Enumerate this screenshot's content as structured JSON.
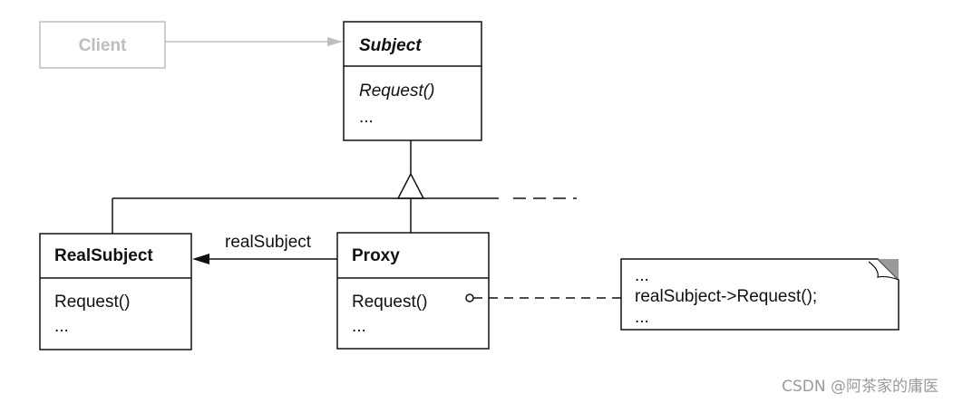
{
  "client": {
    "label": "Client"
  },
  "subject": {
    "name": "Subject",
    "operation": "Request()",
    "more": "..."
  },
  "real_subject": {
    "name": "RealSubject",
    "operation": "Request()",
    "more": "..."
  },
  "proxy": {
    "name": "Proxy",
    "operation": "Request()",
    "more": "..."
  },
  "association": {
    "label": "realSubject"
  },
  "note": {
    "line1": "...",
    "line2": "realSubject->Request();",
    "line3": "..."
  },
  "watermark": {
    "text": "CSDN @阿茶家的庸医"
  },
  "colors": {
    "line": "#111111",
    "dimmed": "#bdbdbd",
    "note_corner": "#9a9a9a"
  }
}
